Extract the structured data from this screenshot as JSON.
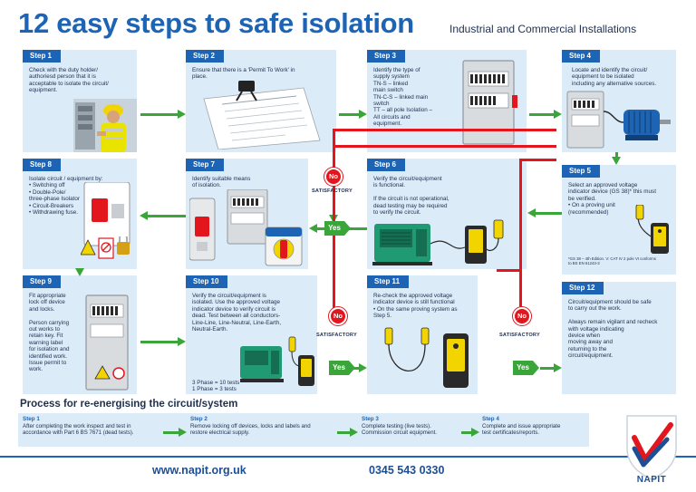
{
  "header": {
    "title": "12 easy steps to safe isolation",
    "subtitle": "Industrial and Commercial Installations"
  },
  "steps": [
    {
      "label": "Step 1",
      "text": "Check with the duty holder/\nauthoriesd person that it is\nacceptable to isolate the circuit/\nequipment."
    },
    {
      "label": "Step 2",
      "text": "Ensure that there is a 'Permit To Work' in\nplace."
    },
    {
      "label": "Step 3",
      "text": "Identify the type of\nsupply system\nTN-S – linked\nmain switch\nTN-C-S – linked main\nswitch\nTT – all pole Isolation –\nAll circuits and\nequipment."
    },
    {
      "label": "Step 4",
      "text": "Locate and identify the circuit/\nequipment to be isolated\nincluding any alternative sources."
    },
    {
      "label": "Step 5",
      "text": "Select an approved voltage\nindicator device (GS 38)* this must\nbe verified.\n• On a proving unit\n  (recommended)",
      "footnote": "*GS 38 – 4th Edition. V: CAT IV 2 pole VI conforms\nto BS EN 61243-3"
    },
    {
      "label": "Step 6",
      "text": "Verify the circuit/equipment\nis functional.\n\nIf the circuit is not operational,\ndead testing may be required\nto verify the circuit."
    },
    {
      "label": "Step 7",
      "text": "Identify suitable means\nof isolation."
    },
    {
      "label": "Step 8",
      "text": "Isolate circuit / equipment by:\n• Switching off\n• Double-Pole/\n   three-phase Isolator\n• Circuit-Breakers\n• Withdrawing fuse."
    },
    {
      "label": "Step 9",
      "text": "Fit appropriate\nlock off device\nand locks.\n\nPerson carrying\nout works to\nretain key. Fit\nwarning label\nfor isolation and\nidentified work.\nIssue permit to\nwork."
    },
    {
      "label": "Step 10",
      "text": "Verify the circuit/equipment is\nisolated. Use the approved voltage\nindicator device to verify circuit is\ndead. Test between all conductors-\nLine-Line, Line-Neutral, Line-Earth,\nNeutral-Earth.",
      "extra": "3 Phase = 10 tests\n1 Phase =   3 tests"
    },
    {
      "label": "Step 11",
      "text": "Re-check the approved voltage\nindicator device is still functional\n• On the same proving system as\nStep 5."
    },
    {
      "label": "Step 12",
      "text": "Circuit/equipment should be safe\nto carry out the work.\n\nAlways remain vigilant and recheck\nwith voltage indicating\ndevice when\nmoving away and\nreturning to the\ncircuit/equipment."
    }
  ],
  "decisions": {
    "no_label": "No",
    "yes_label": "Yes",
    "satisfactory_label": "SATISFACTORY"
  },
  "illustration_icons": [
    "electrician-photo",
    "clipboard-icon",
    "distribution-board-icon",
    "motor-icon",
    "voltage-tester-icon",
    "generator-icon",
    "isolator-switch-icon",
    "lock-off-icon",
    "warning-sign-icon"
  ],
  "reenergise": {
    "title": "Process for re-energising the circuit/system",
    "steps": [
      {
        "label": "Step 1",
        "text": "After completing the work inspect and test in\naccordance with Part 6 BS 7671 (dead tests)."
      },
      {
        "label": "Step 2",
        "text": "Remove locking off devices, locks and labels and\nrestore electrical supply."
      },
      {
        "label": "Step 3",
        "text": "Complete testing (live tests).\nCommission circuit equipment."
      },
      {
        "label": "Step 4",
        "text": "Complete and issue appropriate\ntest certificates/reports."
      }
    ]
  },
  "footer": {
    "website": "www.napit.org.uk",
    "phone": "0345 543 0330",
    "brand": "NAPIT"
  },
  "colors": {
    "brand_blue": "#1d64b4",
    "panel_blue": "#dcebf8",
    "arrow_green": "#3aa63a",
    "alert_red": "#e3161e"
  }
}
